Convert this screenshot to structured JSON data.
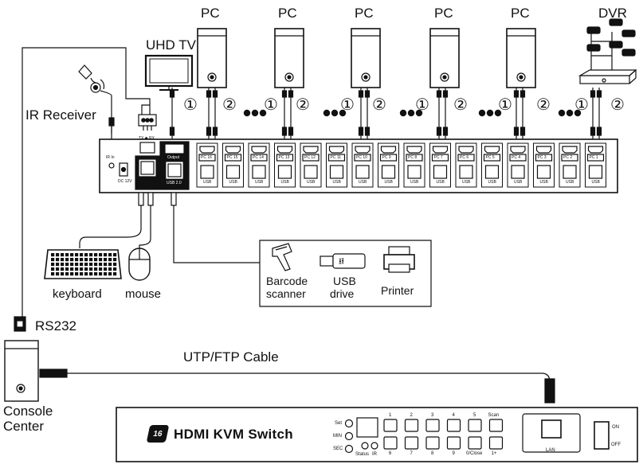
{
  "labels": {
    "uhd_tv": "UHD TV",
    "dvr": "DVR",
    "ir_receiver": "IR Receiver",
    "keyboard": "keyboard",
    "mouse": "mouse",
    "barcode": "Barcode\nscanner",
    "barcode_l1": "Barcode",
    "barcode_l2": "scanner",
    "usb_l1": "USB",
    "usb_l2": "drive",
    "printer": "Printer",
    "rs232": "RS232",
    "cable": "UTP/FTP Cable",
    "console_l1": "Console",
    "console_l2": "Center"
  },
  "pcs": [
    "PC",
    "PC",
    "PC",
    "PC",
    "PC"
  ],
  "circle_one": "①",
  "circle_two": "②",
  "rear_panel": {
    "ir_in": "IR In",
    "dc": "DC 12V",
    "txrx": "TX ◆ RX",
    "output": "Output",
    "usb20": "USB 2.0",
    "ports": [
      "PC 16",
      "PC 15",
      "PC 14",
      "PC 13",
      "PC 12",
      "PC 11",
      "PC 10",
      "PC 9",
      "PC 8",
      "PC 7",
      "PC 6",
      "PC 5",
      "PC 4",
      "PC 3",
      "PC 2",
      "PC 1"
    ],
    "usb": "USB"
  },
  "front_panel": {
    "badge": "16",
    "title": "HDMI KVM Switch",
    "set": "Set",
    "min": "MIN",
    "sec": "SEC",
    "status": "Status",
    "ir": "IR",
    "top_buttons": [
      "1",
      "2",
      "3",
      "4",
      "5",
      "Scan"
    ],
    "bottom_buttons": [
      "6",
      "7",
      "8",
      "9",
      "0/Close",
      "1+"
    ],
    "lan": "LAN",
    "on": "ON",
    "off": "OFF"
  }
}
